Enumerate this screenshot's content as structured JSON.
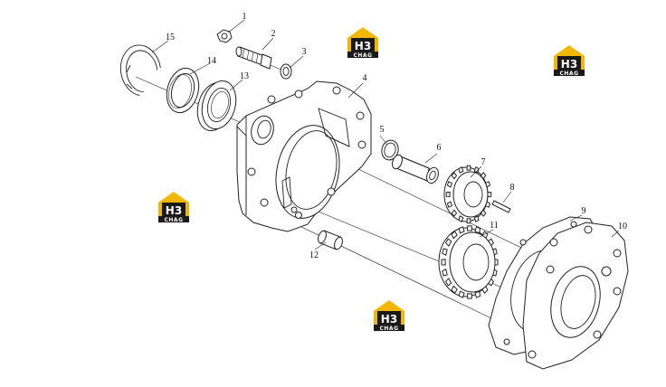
{
  "labels": [
    "1",
    "2",
    "3",
    "4",
    "5",
    "6",
    "7",
    "8",
    "9",
    "10",
    "11",
    "12",
    "13",
    "14",
    "15"
  ],
  "watermark": {
    "logo_top": "H3",
    "logo_bottom": "CHAG",
    "color_dark": "#1a1a1a",
    "color_accent": "#f2b705"
  },
  "colors": {
    "line": "#222222",
    "background": "#ffffff"
  }
}
